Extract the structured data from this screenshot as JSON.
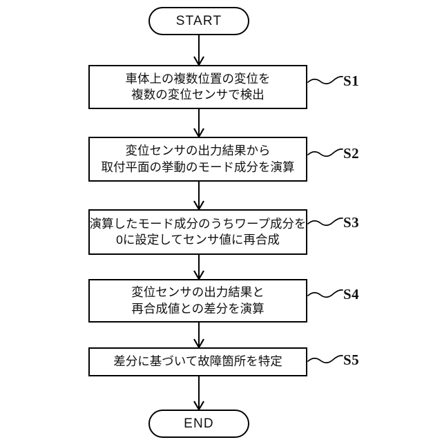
{
  "figure": {
    "title": "Flowchart for displacement sensor fault localization",
    "background_color": "#ffffff",
    "line_color": "#000000",
    "text_color": "#111111"
  },
  "nodes": {
    "start": {
      "label": "START",
      "shape": "terminator"
    },
    "end": {
      "label": "END",
      "shape": "terminator"
    },
    "steps": [
      {
        "id": "S1",
        "ref": "S1",
        "shape": "process",
        "lines": [
          "車体上の複数位置の変位を",
          "複数の変位センサで検出"
        ]
      },
      {
        "id": "S2",
        "ref": "S2",
        "shape": "process",
        "lines": [
          "変位センサの出力結果から",
          "取付平面の挙動のモード成分を演算"
        ]
      },
      {
        "id": "S3",
        "ref": "S3",
        "shape": "process",
        "lines": [
          "演算したモード成分のうちワープ成分を",
          "0に設定してセンサ値に再合成"
        ]
      },
      {
        "id": "S4",
        "ref": "S4",
        "shape": "process",
        "lines": [
          "変位センサの出力結果と",
          "再合成値との差分を演算"
        ]
      },
      {
        "id": "S5",
        "ref": "S5",
        "shape": "process",
        "lines": [
          "差分に基づいて故障箇所を特定"
        ]
      }
    ]
  },
  "connectors": {
    "type": "arrow-down",
    "count": 6,
    "arrowhead": "open-v"
  }
}
